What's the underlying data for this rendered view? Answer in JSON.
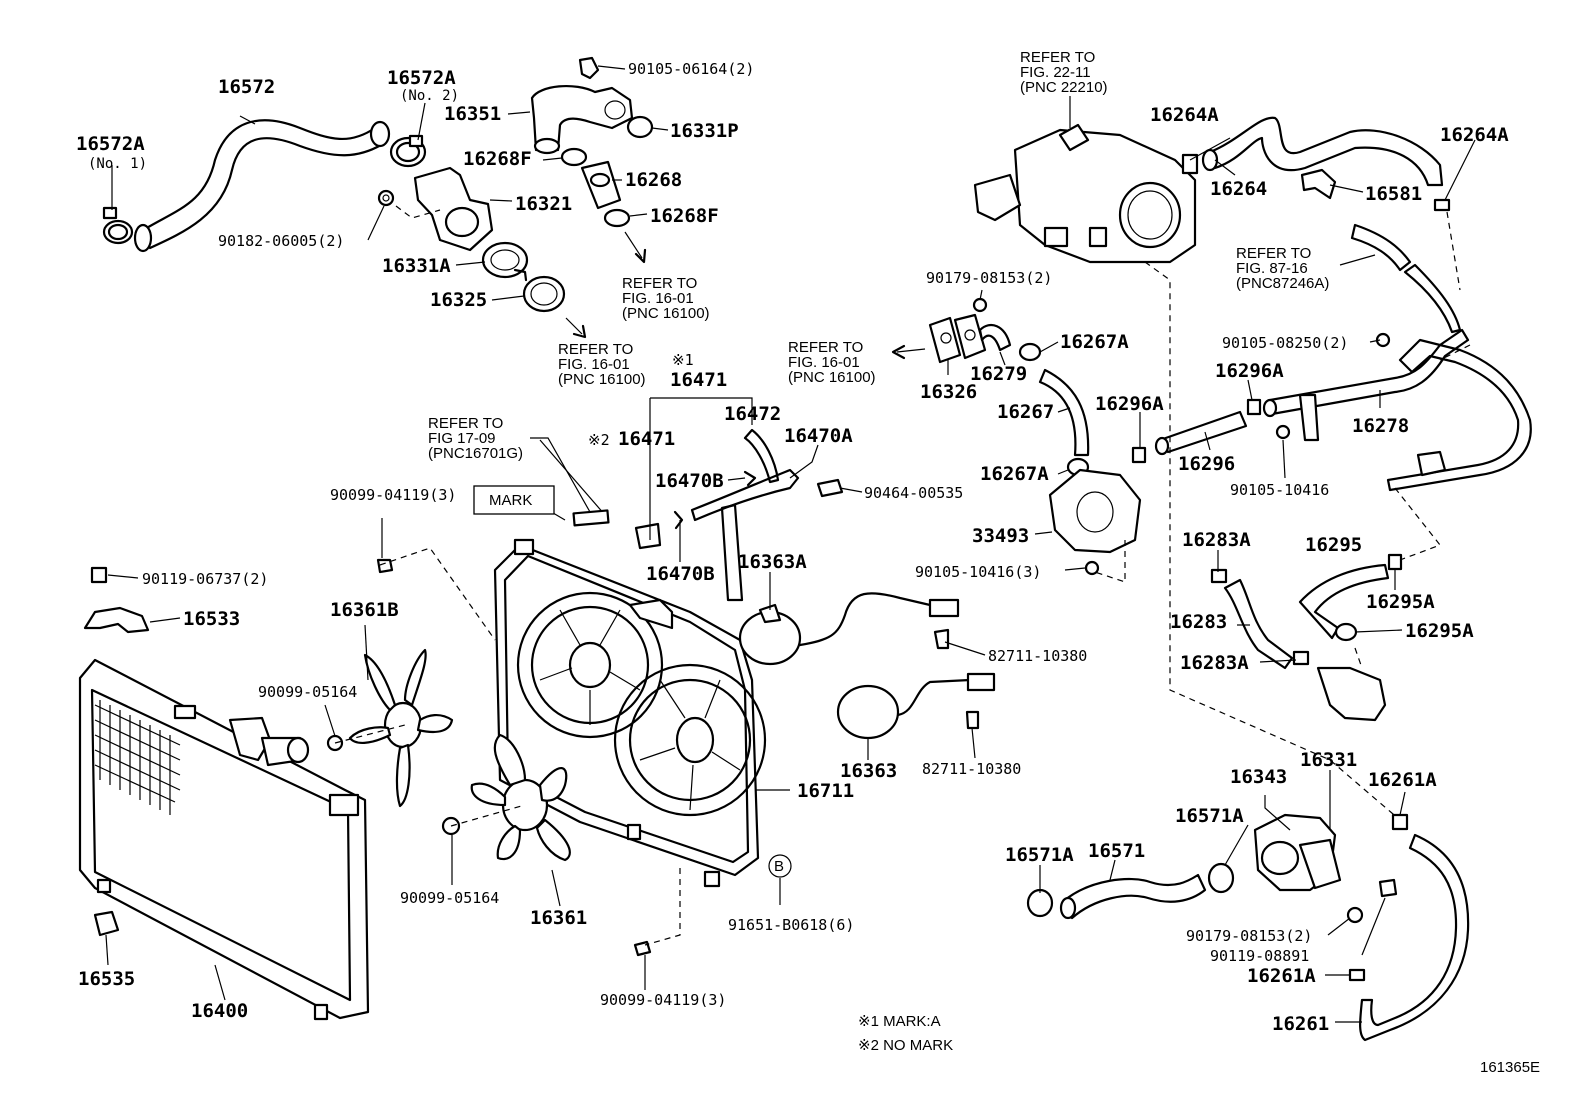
{
  "labels": {
    "p16572": "16572",
    "p16572A_1": "16572A",
    "p16572A_1_sub": "(No. 1)",
    "p16572A_2": "16572A",
    "p16572A_2_sub": "(No. 2)",
    "p90105_06164": "90105-06164(2)",
    "p16351": "16351",
    "p16331P": "16331P",
    "p16268F_a": "16268F",
    "p16268": "16268",
    "p16268F_b": "16268F",
    "p16321": "16321",
    "p90182_06005": "90182-06005(2)",
    "p16331A": "16331A",
    "p16325": "16325",
    "p16471_top": "16471",
    "p16471_mark2": "16471",
    "p16472": "16472",
    "p16470A": "16470A",
    "p16470B_a": "16470B",
    "p16470B_b": "16470B",
    "p90464_00535": "90464-00535",
    "p16363A": "16363A",
    "p82711_a": "82711-10380",
    "p82711_b": "82711-10380",
    "p16363": "16363",
    "p16711": "16711",
    "p91651": "91651-B0618(6)",
    "p16361": "16361",
    "p16361B": "16361B",
    "p90099_05164_a": "90099-05164",
    "p90099_05164_b": "90099-05164",
    "p90099_04119_a": "90099-04119(3)",
    "p90099_04119_b": "90099-04119(3)",
    "p90119_06737": "90119-06737(2)",
    "p16533": "16533",
    "p16535": "16535",
    "p16400": "16400",
    "p16264A_a": "16264A",
    "p16264A_b": "16264A",
    "p16264": "16264",
    "p16581": "16581",
    "p90179_08153_a": "90179-08153(2)",
    "p16267A_a": "16267A",
    "p16326": "16326",
    "p16279": "16279",
    "p16267": "16267",
    "p16296A_a": "16296A",
    "p16296A_b": "16296A",
    "p16296": "16296",
    "p16278": "16278",
    "p90105_08250": "90105-08250(2)",
    "p90105_10416_a": "90105-10416",
    "p90105_10416_b": "90105-10416(3)",
    "p16267A_b": "16267A",
    "p33493": "33493",
    "p16283A_a": "16283A",
    "p16283": "16283",
    "p16283A_b": "16283A",
    "p16295": "16295",
    "p16295A_a": "16295A",
    "p16295A_b": "16295A",
    "p16343": "16343",
    "p16331": "16331",
    "p16571A_a": "16571A",
    "p16571A_b": "16571A",
    "p16571": "16571",
    "p16261A_a": "16261A",
    "p16261A_b": "16261A",
    "p16261": "16261",
    "p90179_08153_b": "90179-08153(2)",
    "p90119_08891": "90119-08891"
  },
  "refs": {
    "r1": [
      "REFER TO",
      "FIG. 16-01",
      "(PNC 16100)"
    ],
    "r2": [
      "REFER TO",
      "FIG. 16-01",
      "(PNC 16100)"
    ],
    "r3": [
      "REFER TO",
      "FIG. 16-01",
      "(PNC 16100)"
    ],
    "r4": [
      "REFER TO",
      "FIG 17-09",
      "(PNC16701G)"
    ],
    "r5": [
      "REFER TO",
      "FIG. 22-11",
      "(PNC 22210)"
    ],
    "r6": [
      "REFER TO",
      "FIG. 87-16",
      "(PNC87246A)"
    ]
  },
  "marks": {
    "mark_box": "MARK",
    "mark1_symbol": "※1",
    "mark2_symbol": "※2",
    "circle_b": "B"
  },
  "notes": {
    "note1": "※1 MARK:A",
    "note2": "※2 NO MARK"
  },
  "figure_id": "161365E"
}
